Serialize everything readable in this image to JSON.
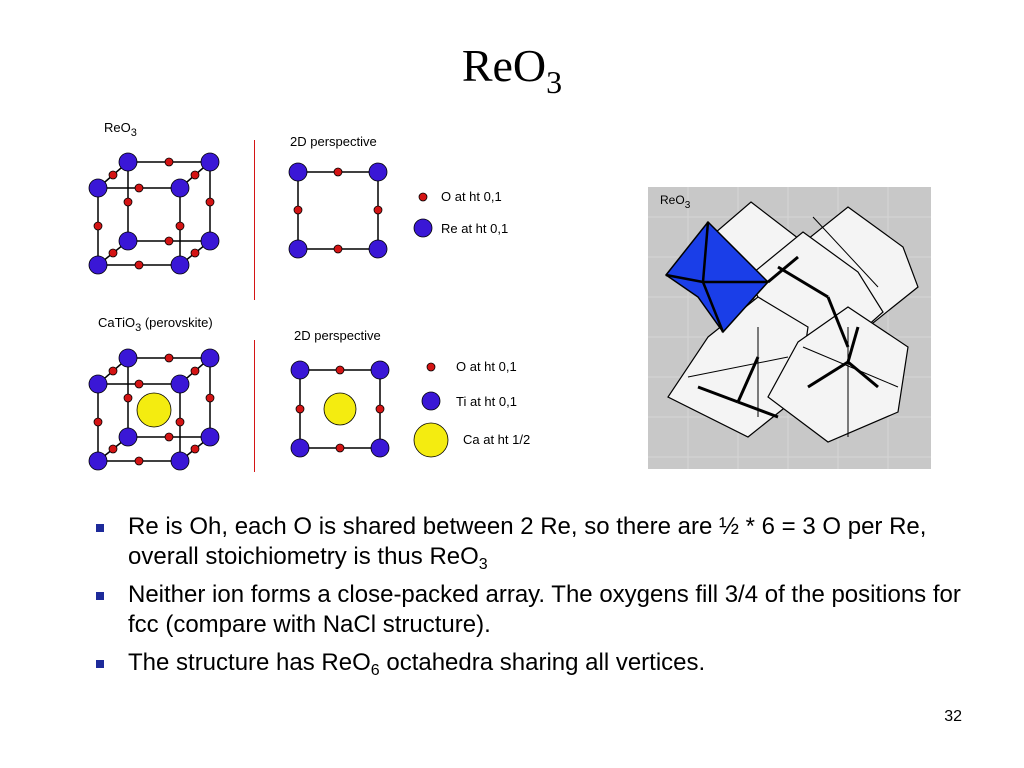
{
  "slide": {
    "title_main": "ReO",
    "title_sub": "3",
    "page_number": "32"
  },
  "reo3_panel": {
    "label_main": "ReO",
    "label_sub": "3",
    "perspective_label": "2D perspective",
    "legend": [
      {
        "text": "O at ht 0,1",
        "color": "#d41414"
      },
      {
        "text": "Re at ht 0,1",
        "color": "#3a17d6"
      }
    ]
  },
  "perovskite_panel": {
    "label_main": "CaTiO",
    "label_sub": "3",
    "label_suffix": " (perovskite)",
    "perspective_label": "2D perspective",
    "legend": [
      {
        "text": "O at ht 0,1",
        "color": "#d41414"
      },
      {
        "text": "Ti at ht 0,1",
        "color": "#3a17d6"
      },
      {
        "text": "Ca at ht 1/2",
        "color": "#f4ec10"
      }
    ]
  },
  "octahedra_image": {
    "label_main": "ReO",
    "label_sub": "3",
    "background": "#c8c8c8",
    "highlight_color": "#1a3ee8"
  },
  "bullets": [
    {
      "part1": "Re is Oh, each O is shared between 2 Re, so there are ½ * 6 = 3 O per Re, overall stoichiometry is thus ReO",
      "sub": "3",
      "part2": ""
    },
    {
      "part1": "Neither ion forms a close-packed array. The oxygens fill 3/4 of the positions for fcc (compare with NaCl structure).",
      "sub": "",
      "part2": ""
    },
    {
      "part1": "The structure has ReO",
      "sub": "6",
      "part2": " octahedra sharing all vertices."
    }
  ]
}
